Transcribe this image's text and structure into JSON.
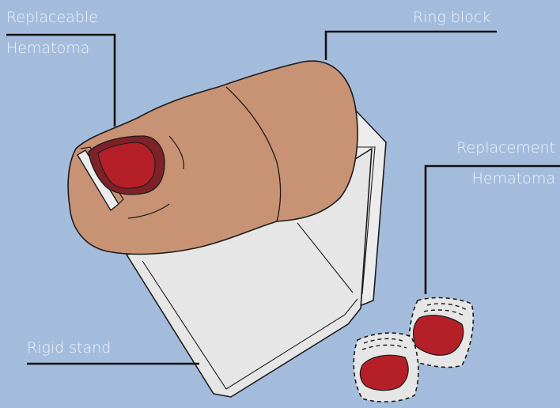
{
  "labels": {
    "replaceable_hematoma": [
      "Replaceable",
      "Hematoma"
    ],
    "ring_block": "Ring block",
    "replacement_hematoma": [
      "Replacement",
      "Hematoma"
    ],
    "rigid_stand": "Rigid stand"
  },
  "colors": {
    "background": "#a4bcdc",
    "skin": "#c89274",
    "hematoma": "#b51f28",
    "hematoma_rim": "#7c2228",
    "stand": "#e6e6e6",
    "stand_edge": "#1b1b1b",
    "label_text": "#eef3fa",
    "leader_line": "#111111"
  }
}
